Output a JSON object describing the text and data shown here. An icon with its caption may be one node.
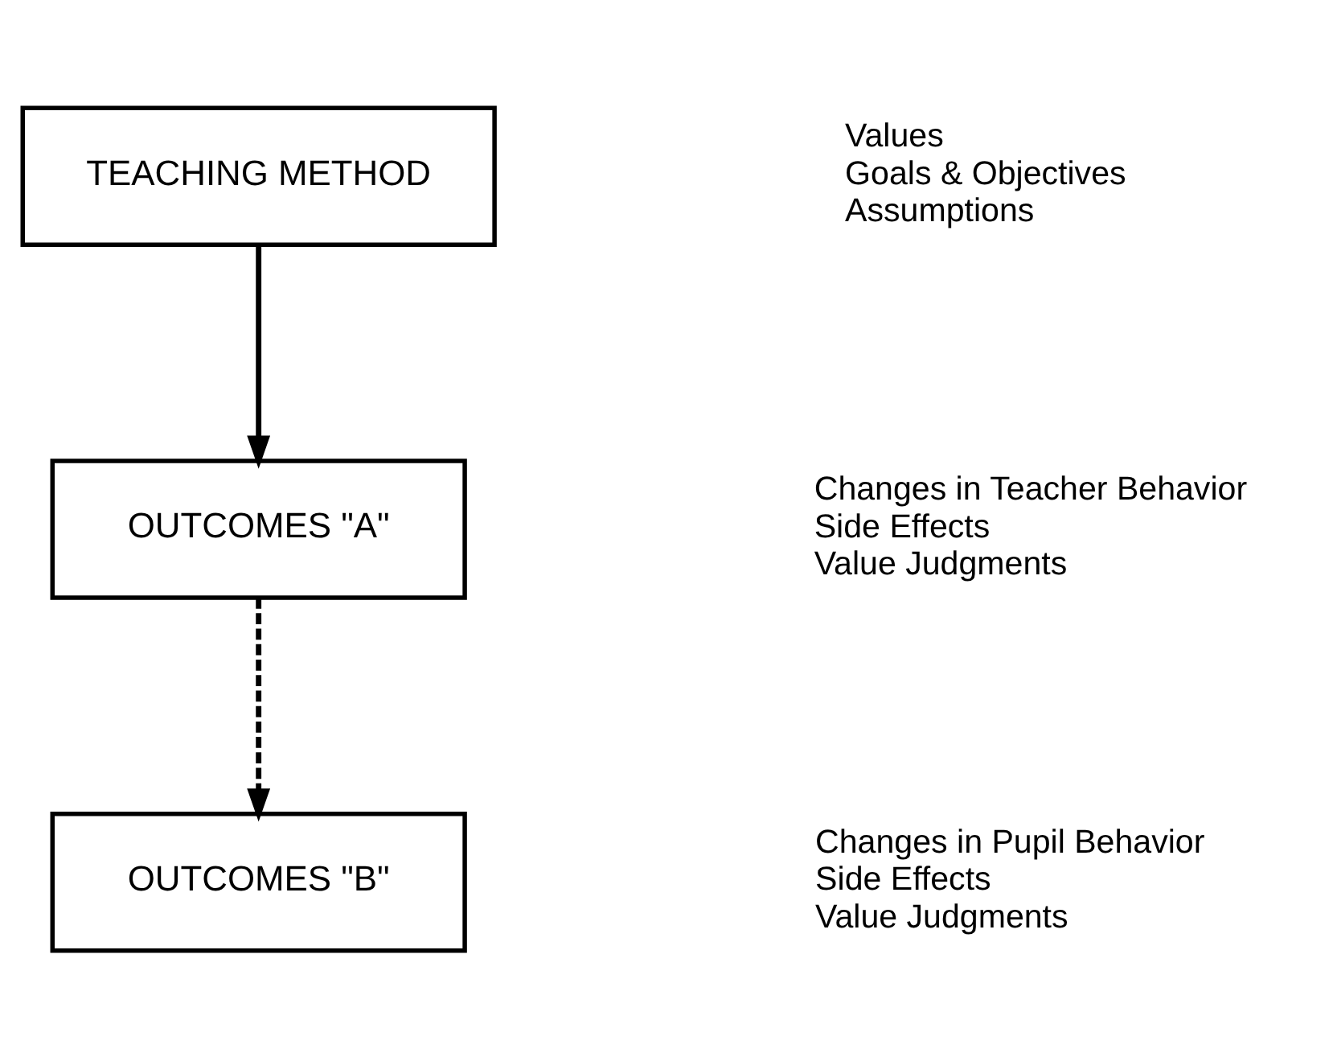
{
  "diagram": {
    "nodes": [
      {
        "text": [
          "TEACHING METHOD"
        ],
        "beside": [
          "Values",
          "Goals & Objectives",
          "Assumptions"
        ]
      },
      {
        "text": [
          "OUTCOMES \"A\""
        ],
        "beside": [
          "Changes in Teacher Behavior",
          "Side Effects",
          "Value Judgments"
        ]
      },
      {
        "text": [
          "OUTCOMES \"B\""
        ],
        "beside": [
          "Changes in Pupil Behavior",
          "Side Effects",
          "Value Judgments"
        ]
      }
    ],
    "edges": [
      {
        "from": 0,
        "to": 1,
        "arrow": "to"
      },
      {
        "from": 1,
        "to": 2,
        "arrow": "to",
        "style": "dashed"
      }
    ]
  }
}
